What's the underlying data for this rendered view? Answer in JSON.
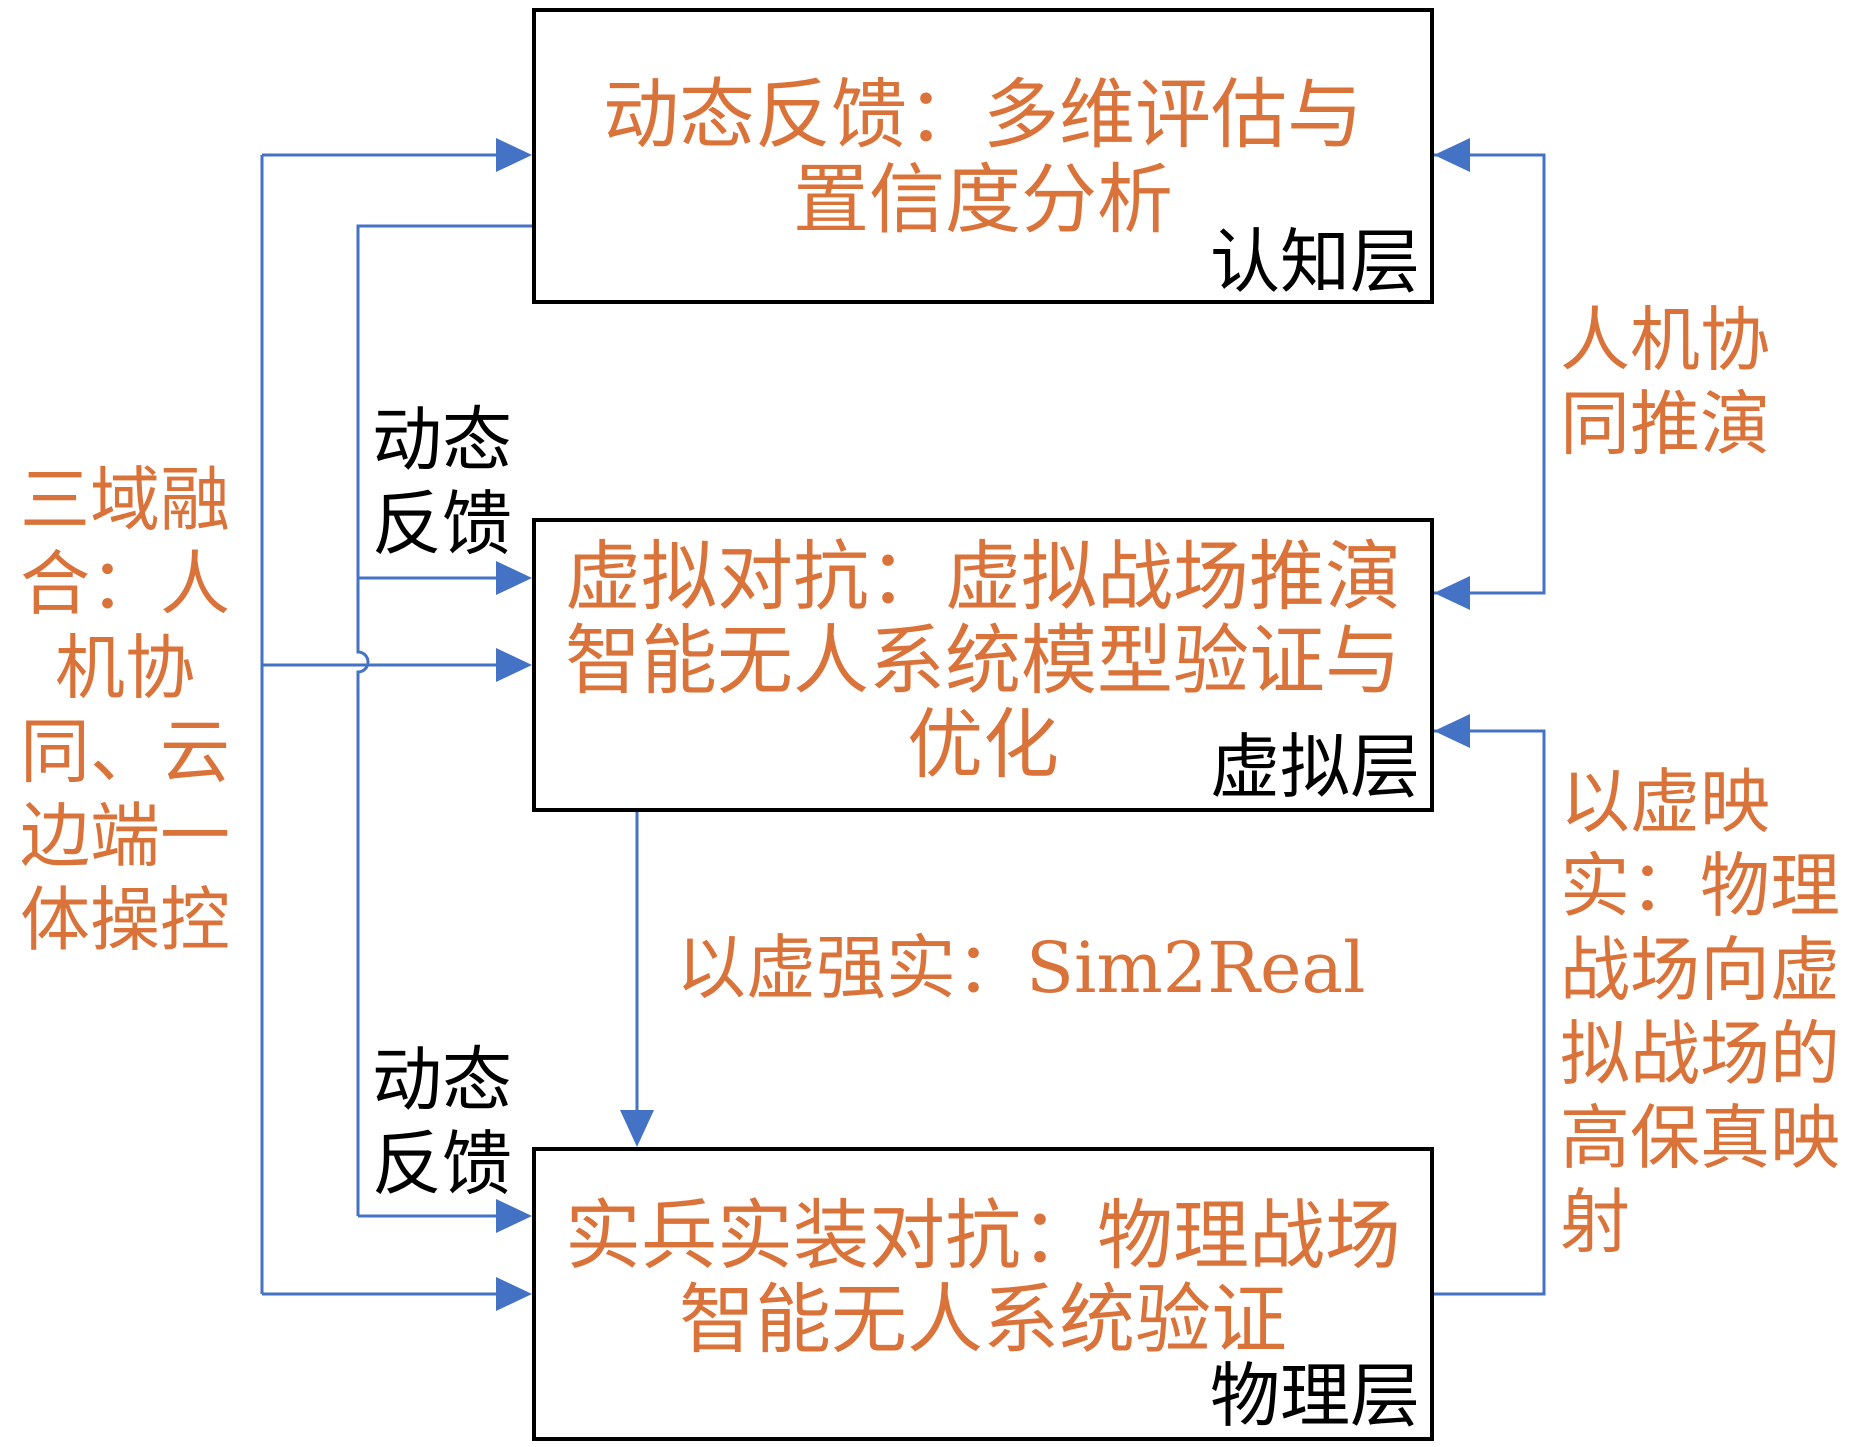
{
  "colors": {
    "accent_text": "#D9733A",
    "connector": "#4472C4",
    "box_border": "#000000"
  },
  "boxes": {
    "cognitive": {
      "title_lines": [
        "动态反馈：多维评估与",
        "置信度分析"
      ],
      "tag": "认知层"
    },
    "virtual": {
      "title_lines": [
        "虚拟对抗：虚拟战场推演",
        "智能无人系统模型验证与",
        "优化"
      ],
      "tag": "虚拟层"
    },
    "physical": {
      "title_lines": [
        "实兵实装对抗：物理战场",
        "智能无人系统验证"
      ],
      "tag": "物理层"
    }
  },
  "labels": {
    "three_domain_fusion": [
      "三域融",
      "合：人",
      "机协",
      "同、云",
      "边端一",
      "体操控"
    ],
    "dynamic_feedback_upper": [
      "动态",
      "反馈"
    ],
    "dynamic_feedback_lower": [
      "动态",
      "反馈"
    ],
    "human_machine_wargaming": [
      "人机协",
      "同推演"
    ],
    "virtual_maps_real": [
      "以虚映",
      "实：物理",
      "战场向虚",
      "拟战场的",
      "高保真映",
      "射"
    ],
    "sim2real": "以虚强实：Sim2Real"
  }
}
